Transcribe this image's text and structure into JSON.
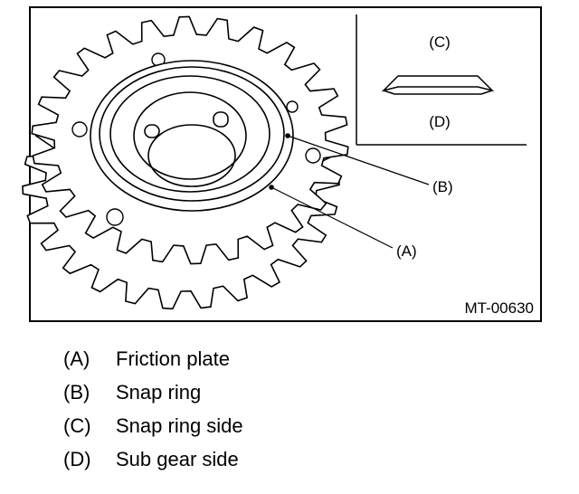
{
  "figure": {
    "code": "MT-00630",
    "inset_labels": {
      "top": "(C)",
      "bottom": "(D)"
    },
    "callouts": {
      "b": "(B)",
      "a": "(A)"
    }
  },
  "legend": [
    {
      "key": "(A)",
      "text": "Friction plate"
    },
    {
      "key": "(B)",
      "text": "Snap ring"
    },
    {
      "key": "(C)",
      "text": "Snap ring side"
    },
    {
      "key": "(D)",
      "text": "Sub gear side"
    }
  ]
}
